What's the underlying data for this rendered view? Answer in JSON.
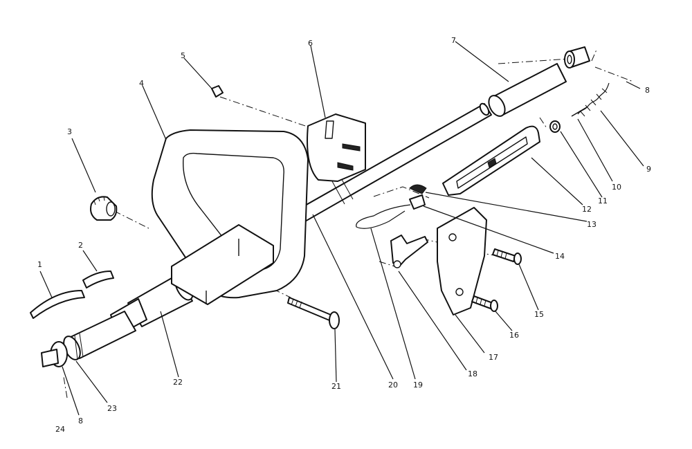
{
  "labels": [
    "1",
    "2",
    "3",
    "4",
    "5",
    "6",
    "7",
    "8",
    "9",
    "10",
    "11",
    "12",
    "13",
    "14",
    "15",
    "16",
    "17",
    "18",
    "19",
    "20",
    "21",
    "22",
    "23",
    "8",
    "24"
  ],
  "parts": {
    "p1": "1",
    "p2": "2",
    "p3": "3",
    "p4": "4",
    "p5": "5",
    "p6": "6",
    "p7": "7",
    "p8a": "8",
    "p9": "9",
    "p10": "10",
    "p11": "11",
    "p12": "12",
    "p13": "13",
    "p14": "14",
    "p15": "15",
    "p16": "16",
    "p17": "17",
    "p18": "18",
    "p19": "19",
    "p20": "20",
    "p21": "21",
    "p22": "22",
    "p23": "23",
    "p8b": "8",
    "p24": "24"
  }
}
